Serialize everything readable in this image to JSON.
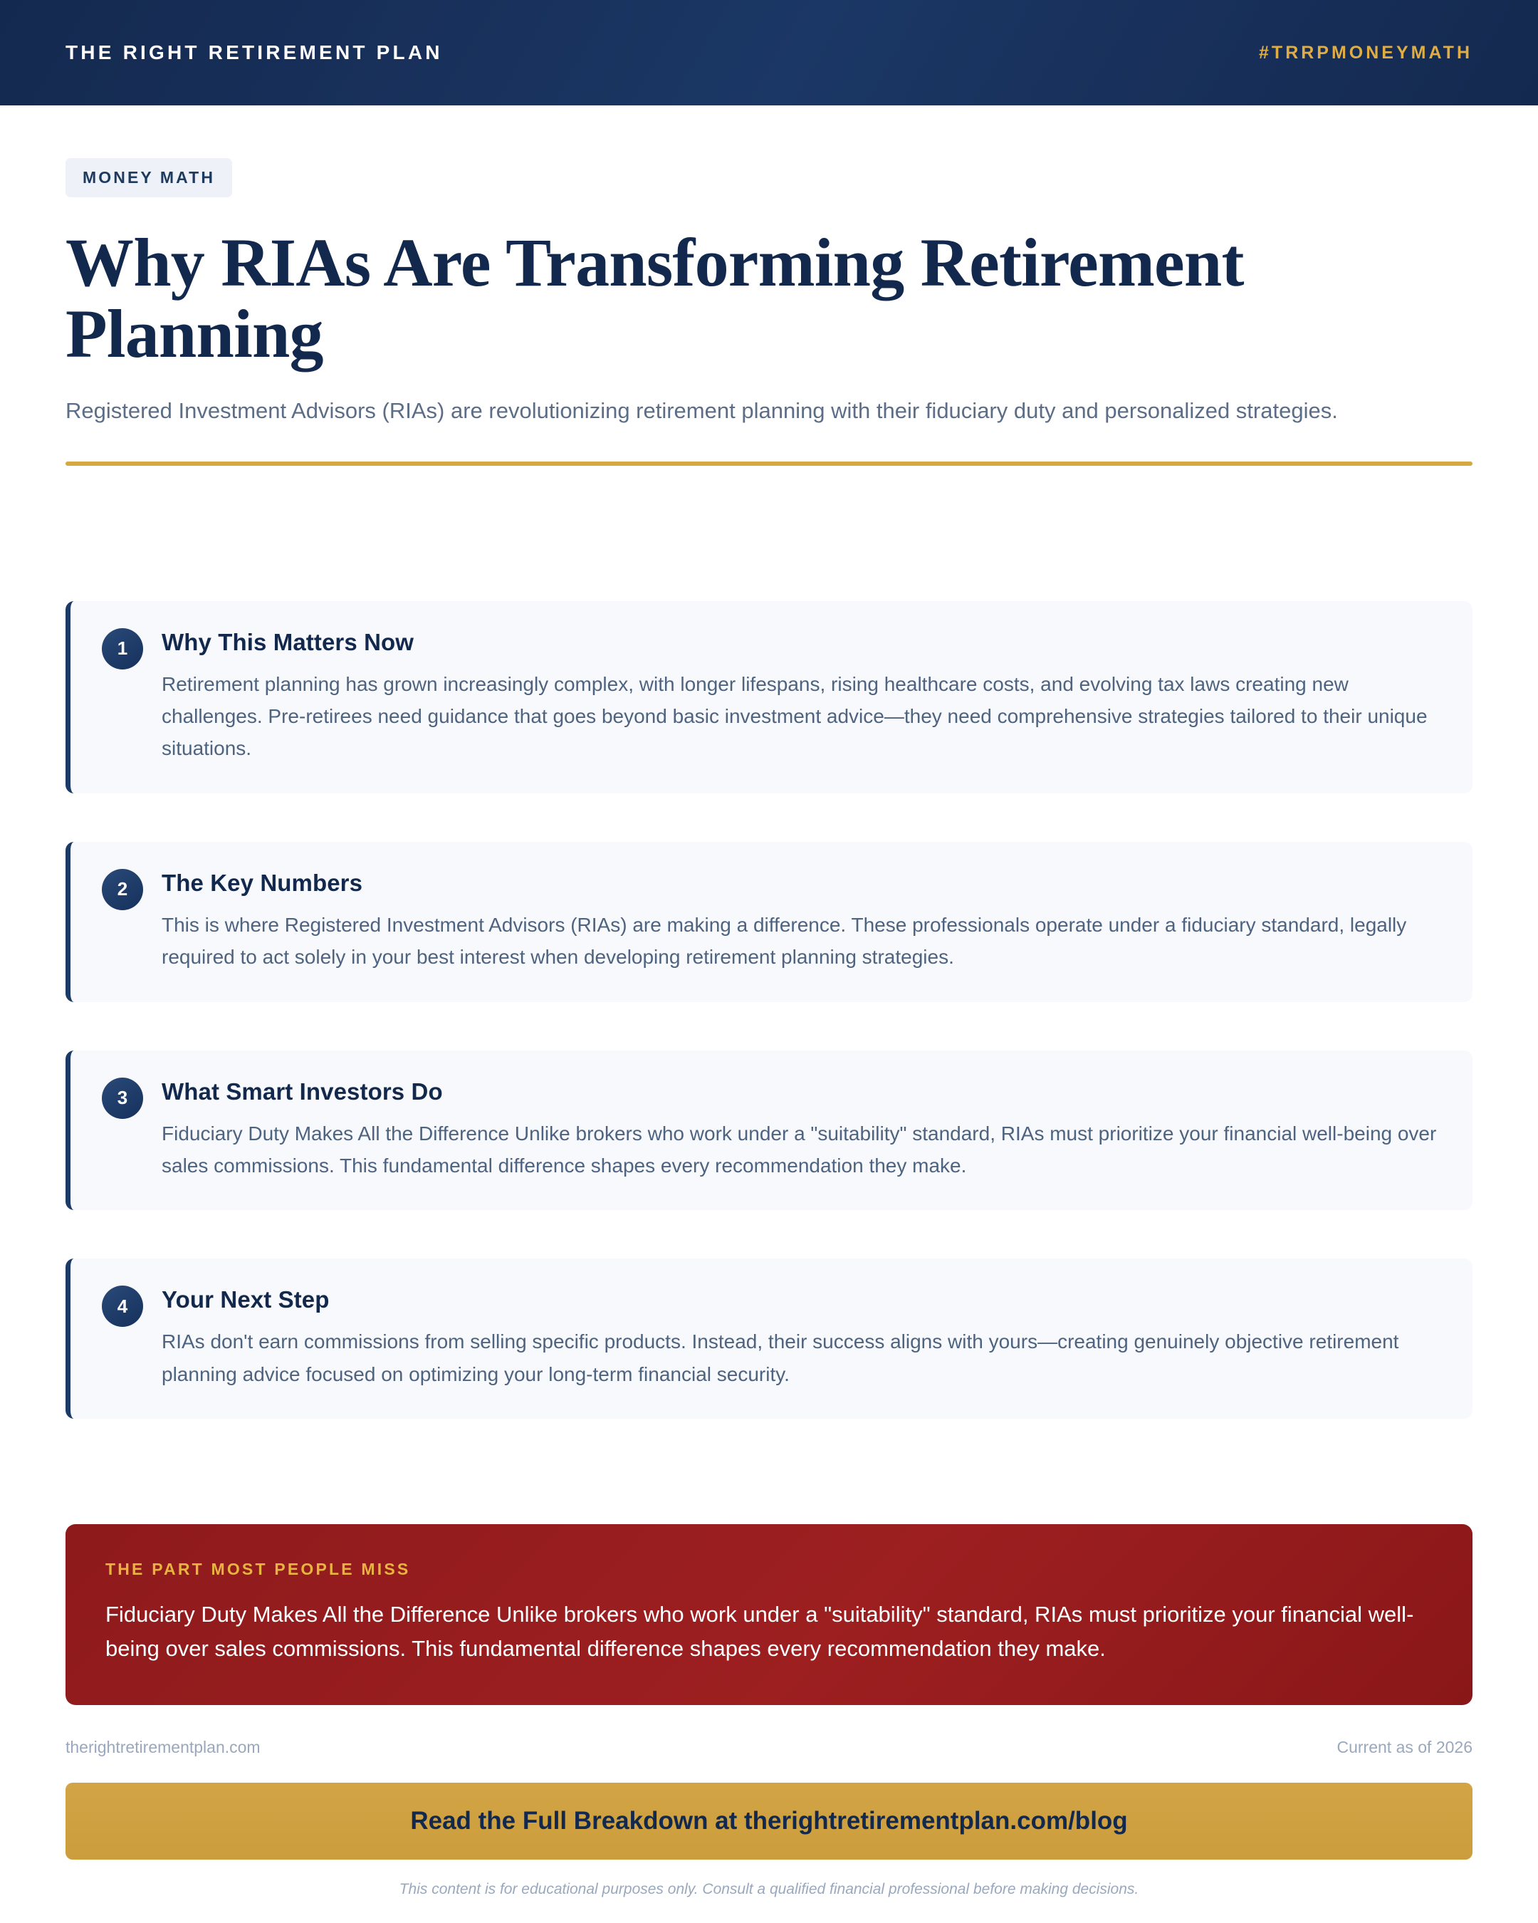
{
  "header": {
    "brand": "The Right Retirement Plan",
    "hashtag": "#TRRPMoneyMath",
    "bg_color": "#14294f",
    "accent_color": "#e0ad45"
  },
  "hero": {
    "badge": "Money Math",
    "title": "Why RIAs Are Transforming Retirement Planning",
    "subtitle": "Registered Investment Advisors (RIAs) are revolutionizing retirement planning with their fiduciary duty and personalized strategies.",
    "divider_color": "#d4a843"
  },
  "cards": [
    {
      "number": "1",
      "title": "Why This Matters Now",
      "text": "Retirement planning has grown increasingly complex, with longer lifespans, rising healthcare costs, and evolving tax laws creating new challenges. Pre-retirees need guidance that goes beyond basic investment advice—they need comprehensive strategies tailored to their unique situations."
    },
    {
      "number": "2",
      "title": "The Key Numbers",
      "text": "This is where Registered Investment Advisors (RIAs) are making a difference. These professionals operate under a fiduciary standard, legally required to act solely in your best interest when developing retirement planning strategies."
    },
    {
      "number": "3",
      "title": "What Smart Investors Do",
      "text": "Fiduciary Duty Makes All the Difference Unlike brokers who work under a \"suitability\" standard, RIAs must prioritize your financial well-being over sales commissions. This fundamental difference shapes every recommendation they make."
    },
    {
      "number": "4",
      "title": "Your Next Step",
      "text": "RIAs don't earn commissions from selling specific products. Instead, their success aligns with yours—creating genuinely objective retirement planning advice focused on optimizing your long-term financial security."
    }
  ],
  "callout": {
    "label": "The Part Most People Miss",
    "text": "Fiduciary Duty Makes All the Difference Unlike brokers who work under a \"suitability\" standard, RIAs must prioritize your financial well-being over sales commissions. This fundamental difference shapes every recommendation they make.",
    "bg_color": "#9d1f20",
    "label_color": "#e8b43f"
  },
  "footer": {
    "site": "therightretirementplan.com",
    "currency_note": "Current as of 2026",
    "cta_label": "Read the Full Breakdown at therightretirementplan.com/blog",
    "cta_color": "#d2a445",
    "disclaimer": "This content is for educational purposes only. Consult a qualified financial professional before making decisions."
  }
}
